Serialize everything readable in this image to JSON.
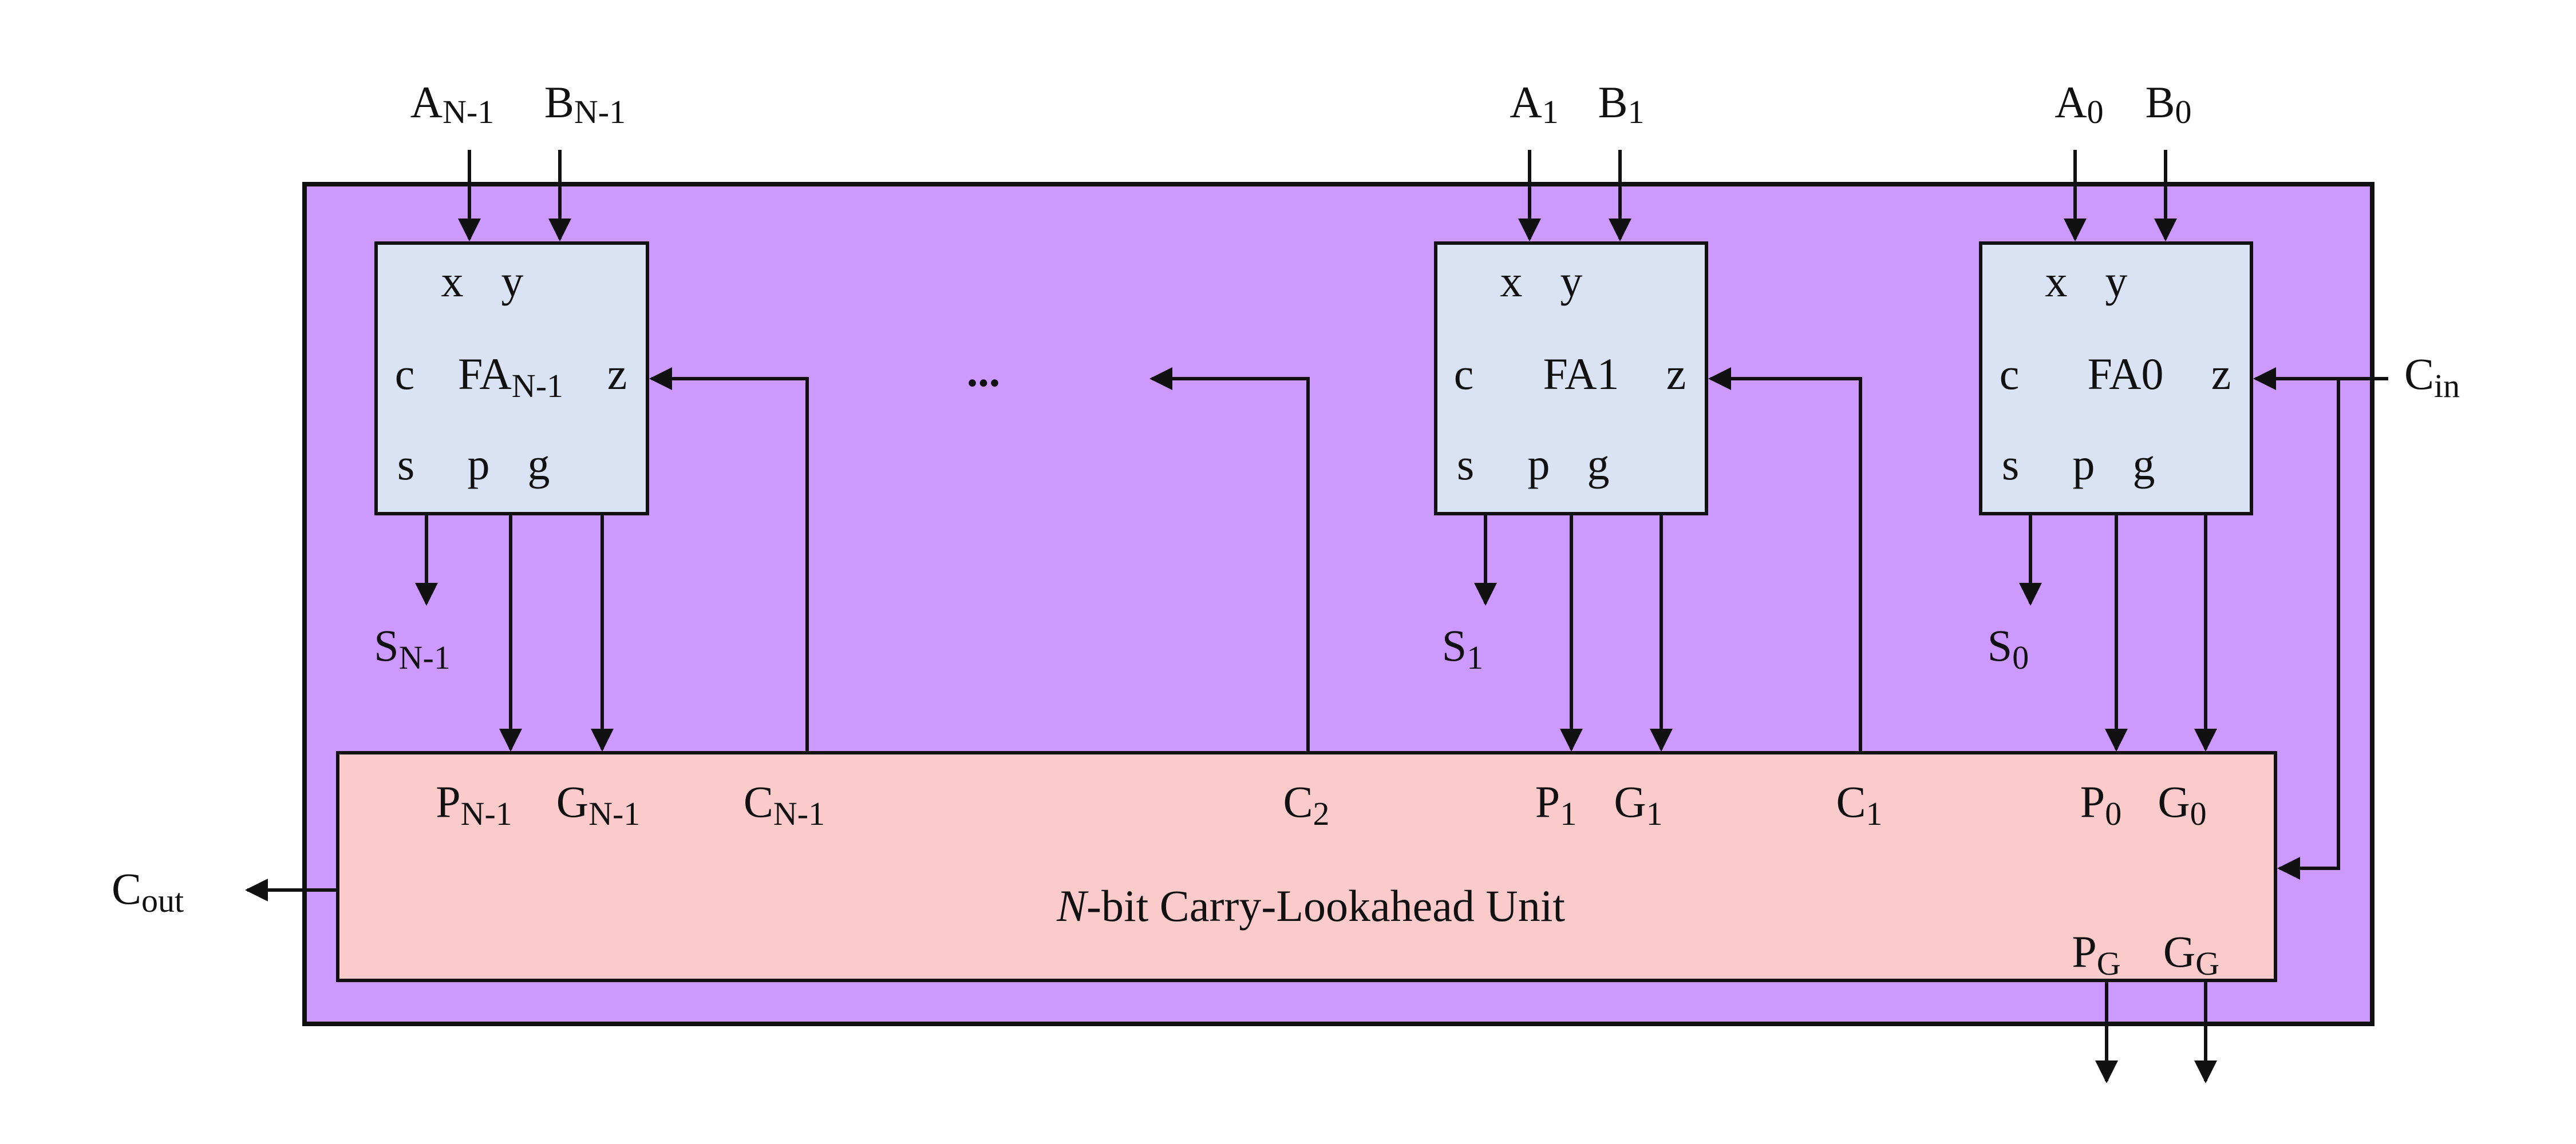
{
  "colors": {
    "outer_fill": "#cc99ff",
    "fa_fill": "#dae3f3",
    "cla_fill": "#fbcaca",
    "stroke": "#111111"
  },
  "inputs": {
    "a_n1": {
      "main": "A",
      "sub": "N-1"
    },
    "b_n1": {
      "main": "B",
      "sub": "N-1"
    },
    "a_1": {
      "main": "A",
      "sub": "1"
    },
    "b_1": {
      "main": "B",
      "sub": "1"
    },
    "a_0": {
      "main": "A",
      "sub": "0"
    },
    "b_0": {
      "main": "B",
      "sub": "0"
    },
    "c_in": {
      "main": "C",
      "sub": "in"
    }
  },
  "full_adders": [
    {
      "name": {
        "main": "FA",
        "sub": "N-1"
      },
      "x": "x",
      "y": "y",
      "c": "c",
      "z": "z",
      "s": "s",
      "p": "p",
      "g": "g"
    },
    {
      "name": {
        "main": "FA1",
        "sub": ""
      },
      "x": "x",
      "y": "y",
      "c": "c",
      "z": "z",
      "s": "s",
      "p": "p",
      "g": "g"
    },
    {
      "name": {
        "main": "FA0",
        "sub": ""
      },
      "x": "x",
      "y": "y",
      "c": "c",
      "z": "z",
      "s": "s",
      "p": "p",
      "g": "g"
    }
  ],
  "sum_outputs": [
    {
      "main": "S",
      "sub": "N-1"
    },
    {
      "main": "S",
      "sub": "1"
    },
    {
      "main": "S",
      "sub": "0"
    }
  ],
  "ellipsis": "...",
  "cla": {
    "title_italic": "N",
    "title_rest": "-bit Carry-Lookahead Unit",
    "ports": {
      "p_n1": {
        "main": "P",
        "sub": "N-1"
      },
      "g_n1": {
        "main": "G",
        "sub": "N-1"
      },
      "c_n1": {
        "main": "C",
        "sub": "N-1"
      },
      "c_2": {
        "main": "C",
        "sub": "2"
      },
      "p_1": {
        "main": "P",
        "sub": "1"
      },
      "g_1": {
        "main": "G",
        "sub": "1"
      },
      "c_1": {
        "main": "C",
        "sub": "1"
      },
      "p_0": {
        "main": "P",
        "sub": "0"
      },
      "g_0": {
        "main": "G",
        "sub": "0"
      },
      "p_g": {
        "main": "P",
        "sub": "G"
      },
      "g_g": {
        "main": "G",
        "sub": "G"
      }
    }
  },
  "c_out": {
    "main": "C",
    "sub": "out"
  }
}
